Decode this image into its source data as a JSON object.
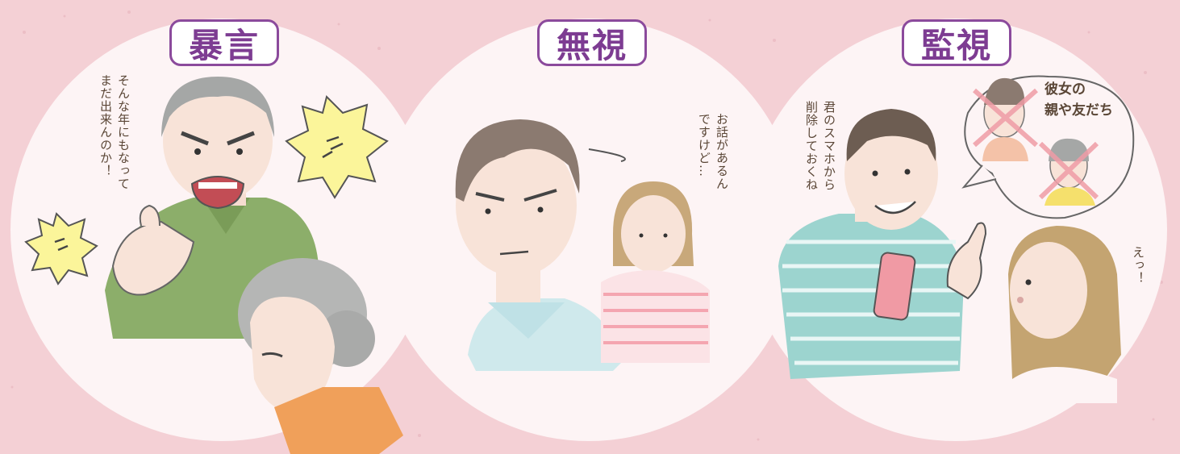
{
  "panels": [
    {
      "title": "暴言",
      "speech": [
        "そんな年にもなって",
        "まだ出来んのか！"
      ]
    },
    {
      "title": "無視",
      "speech": [
        "お話があるん",
        "ですけど…"
      ]
    },
    {
      "title": "監視",
      "speech": [
        "君のスマホから",
        "削除しておくね"
      ],
      "thought": [
        "彼女の",
        "親や友だち"
      ],
      "reaction": "えっ！"
    }
  ],
  "colors": {
    "background": "#f4d0d5",
    "circle": "#fdf4f5",
    "badge_border": "#8b4a9c",
    "badge_text": "#7d3c92",
    "text": "#5a4636"
  }
}
